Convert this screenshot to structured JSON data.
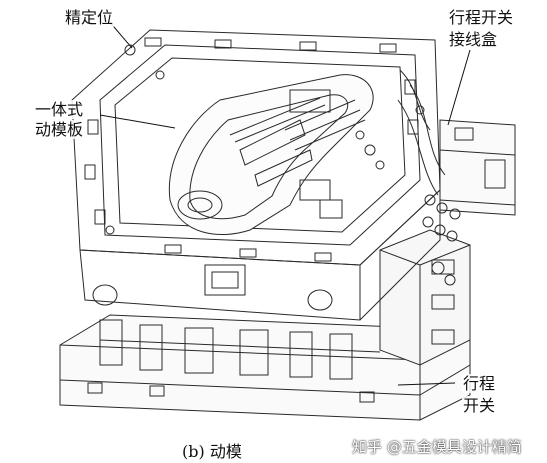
{
  "diagram": {
    "labels": {
      "positioning": "精定位",
      "integral_plate_line1": "一体式",
      "integral_plate_line2": "动模板",
      "limit_box_line1": "行程开关",
      "limit_box_line2": "接线盒",
      "limit_switch_line1": "行程",
      "limit_switch_line2": "开关"
    },
    "caption": "(b) 动模",
    "watermark": "知乎 @五金模具设计精简"
  },
  "colors": {
    "line": "#2a2a2a",
    "background": "#ffffff"
  }
}
